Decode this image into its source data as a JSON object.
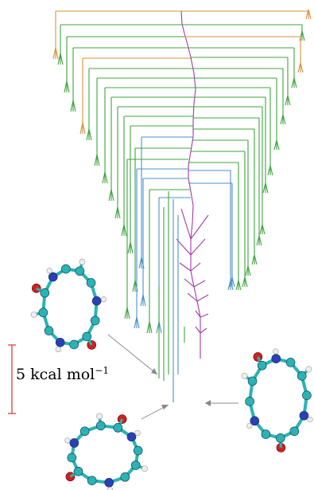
{
  "colors": {
    "orange": "#d8903a",
    "green": "#3ea43e",
    "blue": "#4b90cc",
    "purple": "#a23aa8",
    "scale_bar": "#d84040",
    "arrow": "#888888",
    "carbon": "#2bb3b3",
    "nitrogen": "#2a3fb8",
    "oxygen": "#d02020",
    "hydrogen": "#eeeeee",
    "bond": "#2bb3b3"
  },
  "scale_bar": {
    "text": "5 kcal mol",
    "exponent": "−1"
  },
  "molecules": [
    {
      "name": "upper-left-molecule"
    },
    {
      "name": "bottom-center-molecule"
    },
    {
      "name": "right-molecule"
    }
  ]
}
